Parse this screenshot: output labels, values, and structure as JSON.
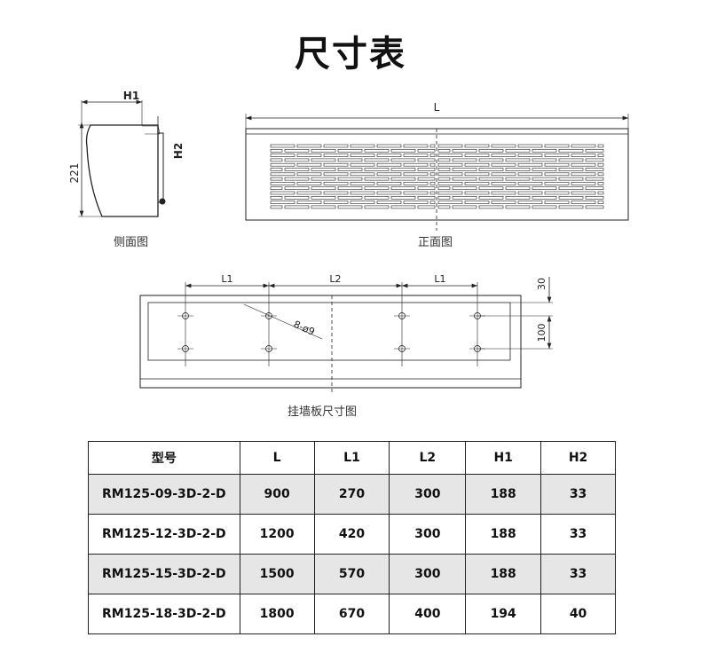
{
  "title": "尺寸表",
  "side_view": {
    "caption": "侧面图",
    "label_h1": "H1",
    "label_h2": "H2",
    "label_height": "221"
  },
  "front_view": {
    "caption": "正面图",
    "label_l": "L"
  },
  "wall_plate": {
    "caption": "挂墙板尺寸图",
    "label_l1": "L1",
    "label_l2": "L2",
    "label_holes": "8-ø9",
    "label_30": "30",
    "label_100": "100"
  },
  "table": {
    "headers": [
      "型号",
      "L",
      "L1",
      "L2",
      "H1",
      "H2"
    ],
    "rows": [
      [
        "RM125-09-3D-2-D",
        "900",
        "270",
        "300",
        "188",
        "33"
      ],
      [
        "RM125-12-3D-2-D",
        "1200",
        "420",
        "300",
        "188",
        "33"
      ],
      [
        "RM125-15-3D-2-D",
        "1500",
        "570",
        "300",
        "188",
        "33"
      ],
      [
        "RM125-18-3D-2-D",
        "1800",
        "670",
        "400",
        "194",
        "40"
      ]
    ]
  }
}
